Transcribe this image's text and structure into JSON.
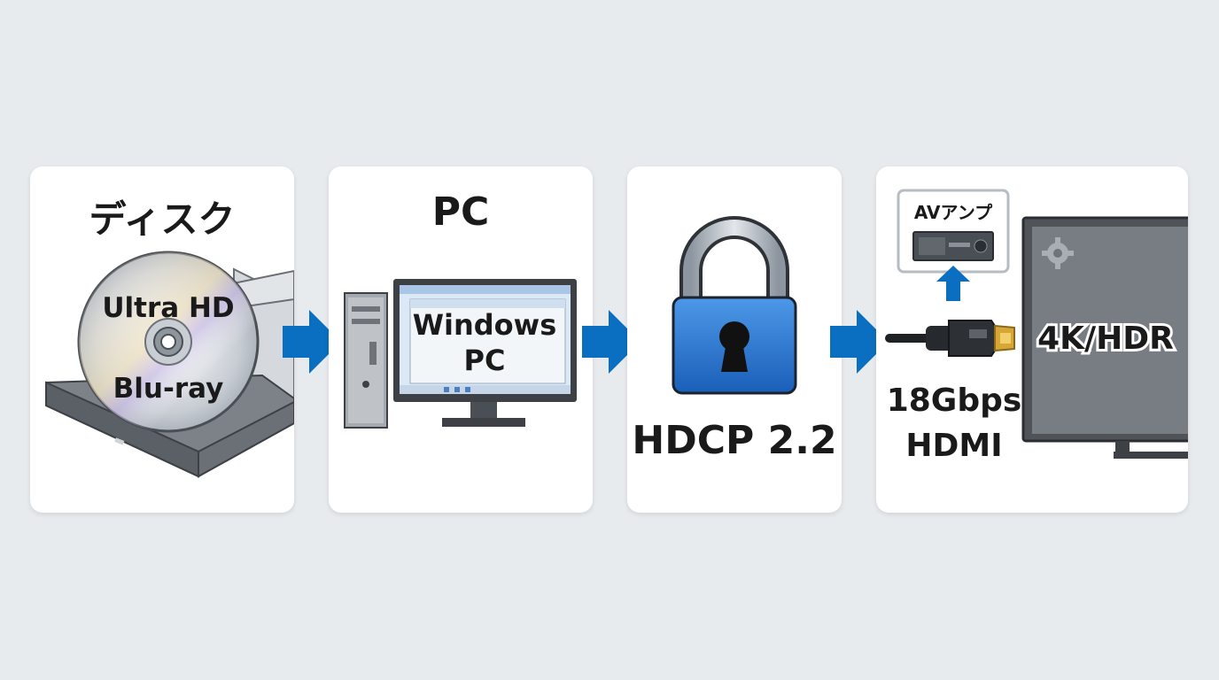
{
  "panels": {
    "disk": {
      "title": "ディスク",
      "disc_line1": "Ultra HD",
      "disc_line2": "Blu-ray"
    },
    "pc": {
      "title": "PC",
      "screen_line1": "Windows",
      "screen_line2": "PC"
    },
    "hdcp": {
      "label": "HDCP 2.2"
    },
    "output": {
      "amp_label": "AVアンプ",
      "cable_line1": "18Gbps",
      "cable_line2": "HDMI",
      "tv_label": "4K/HDR"
    }
  },
  "colors": {
    "arrow": "#0b6fc1",
    "lock_body": "#1e6fd0",
    "background": "#e8ebee",
    "panel": "#ffffff"
  },
  "icons": [
    "disc-icon",
    "optical-drive-icon",
    "desktop-tower-icon",
    "monitor-icon",
    "padlock-icon",
    "av-amplifier-icon",
    "hdmi-cable-icon",
    "tv-icon",
    "gear-icon",
    "arrow-right-icon",
    "arrow-up-icon"
  ]
}
